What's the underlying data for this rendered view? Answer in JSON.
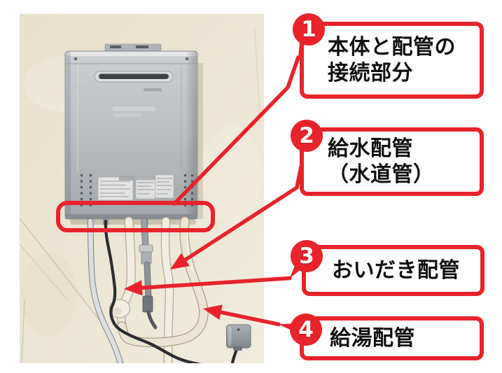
{
  "accent_color": "#e8232a",
  "callouts": [
    {
      "number": "1",
      "line1": "本体と配管の",
      "line2": "接続部分"
    },
    {
      "number": "2",
      "line1": "給水配管",
      "line2": "（水道管）"
    },
    {
      "number": "3",
      "line1": "おいだき配管",
      "line2": ""
    },
    {
      "number": "4",
      "line1": "給湯配管",
      "line2": ""
    }
  ]
}
